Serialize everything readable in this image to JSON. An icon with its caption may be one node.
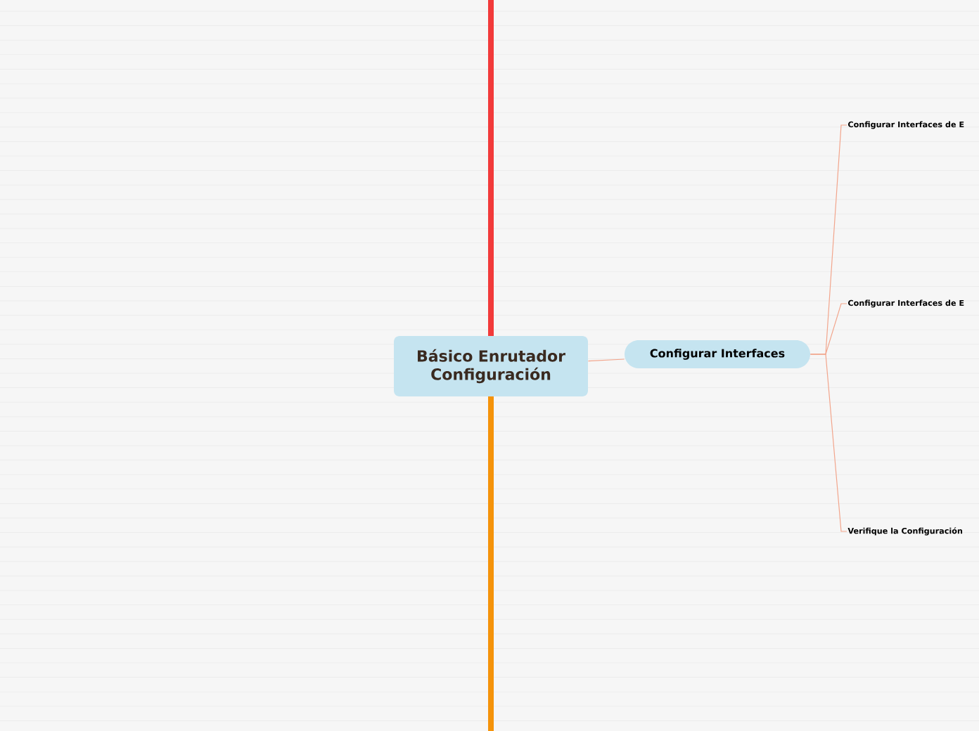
{
  "diagram": {
    "nodes": [
      {
        "text": [
          "Básico Enrutador Configuración"
        ]
      },
      {
        "text": [
          "Configurar Interfaces"
        ]
      },
      {
        "text": [
          "Configurar Interfaces de E"
        ]
      },
      {
        "text": [
          "Configurar Interfaces de E"
        ]
      },
      {
        "text": [
          "Verifique la Configuración"
        ]
      }
    ],
    "edges": [
      {
        "from": 0,
        "to": 1,
        "arrow": "none"
      },
      {
        "from": 1,
        "to": 2,
        "arrow": "none"
      },
      {
        "from": 1,
        "to": 3,
        "arrow": "none"
      },
      {
        "from": 1,
        "to": 4,
        "arrow": "none"
      }
    ]
  }
}
